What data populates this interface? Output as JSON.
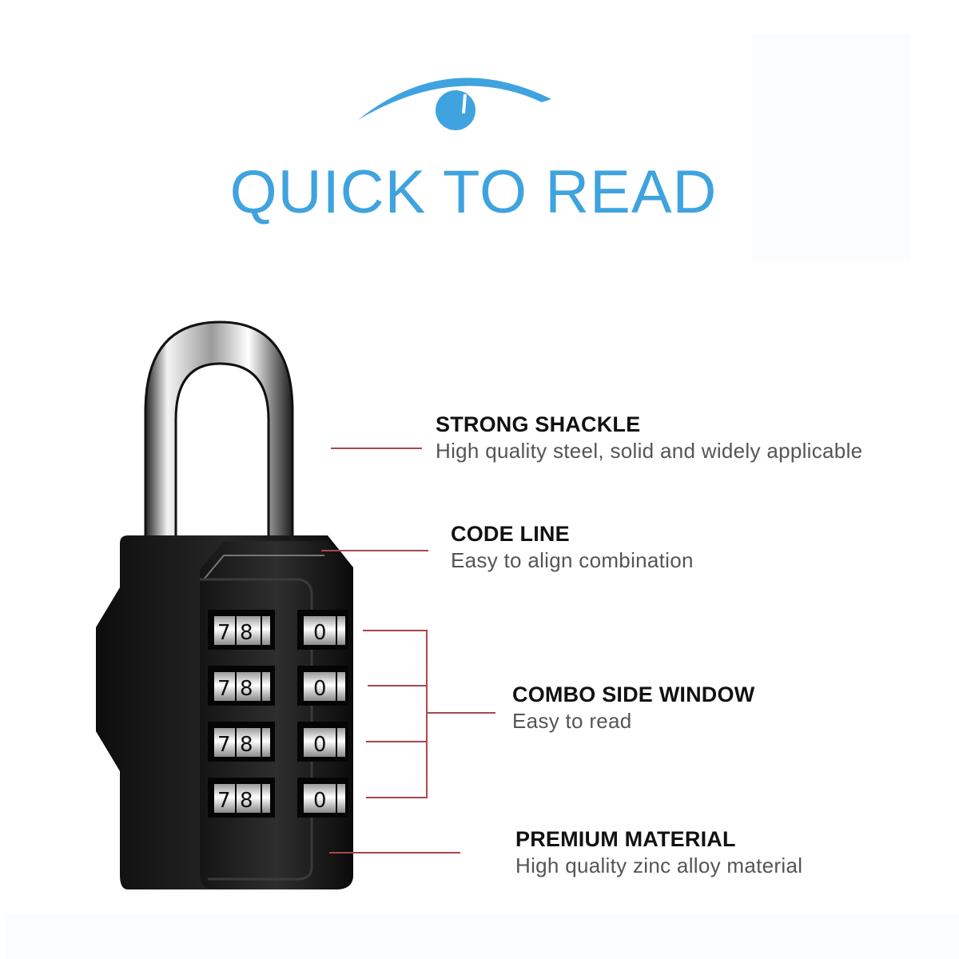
{
  "header": {
    "icon": "eye-icon",
    "title": "QUICK TO READ",
    "accent_color": "#3fa3df"
  },
  "product": {
    "name": "combination padlock",
    "dial_rows": [
      {
        "left_digits": [
          "7",
          "8"
        ],
        "right_digit": "0"
      },
      {
        "left_digits": [
          "7",
          "8"
        ],
        "right_digit": "0"
      },
      {
        "left_digits": [
          "7",
          "8"
        ],
        "right_digit": "0"
      },
      {
        "left_digits": [
          "7",
          "8"
        ],
        "right_digit": "0"
      }
    ]
  },
  "features": [
    {
      "title": "STRONG SHACKLE",
      "description": "High quality steel, solid and widely applicable"
    },
    {
      "title": "CODE LINE",
      "description": "Easy to align combination"
    },
    {
      "title": "COMBO SIDE WINDOW",
      "description": "Easy to read"
    },
    {
      "title": "PREMIUM MATERIAL",
      "description": "High quality zinc alloy material"
    }
  ],
  "leader_color": "#a8474d"
}
